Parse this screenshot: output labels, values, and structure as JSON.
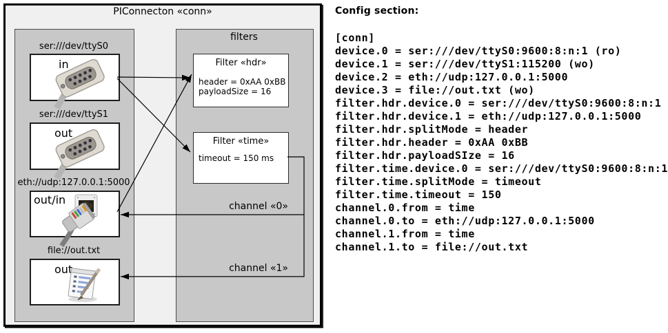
{
  "diagram": {
    "title": "PIConnecton «conn»",
    "filters_title": "filters",
    "devices": [
      {
        "label": "ser:///dev/ttyS0",
        "port": "in",
        "icon": "serial-connector-icon"
      },
      {
        "label": "ser:///dev/ttyS1",
        "port": "out",
        "icon": "serial-connector-icon"
      },
      {
        "label": "eth://udp:127.0.0.1:5000",
        "port": "out/in",
        "icon": "ethernet-plug-icon"
      },
      {
        "label": "file://out.txt",
        "port": "out",
        "icon": "notepad-icon"
      }
    ],
    "filters": [
      {
        "title": "Filter «hdr»",
        "params": [
          "header = 0xAA 0xBB",
          "payloadSize = 16"
        ]
      },
      {
        "title": "Filter «time»",
        "params": [
          "timeout = 150 ms"
        ]
      }
    ],
    "channels": [
      {
        "label": "channel «0»"
      },
      {
        "label": "channel «1»"
      }
    ],
    "colors": {
      "outer_bg": "#f0f0f0",
      "container_bg": "#c8c8c8",
      "box_bg": "#ffffff",
      "line": "#000000"
    }
  },
  "config": {
    "heading": "Config section:",
    "lines": [
      "[conn]",
      "device.0 = ser:///dev/ttyS0:9600:8:n:1 (ro)",
      "device.1 = ser:///dev/ttyS1:115200 (wo)",
      "device.2 = eth://udp:127.0.0.1:5000",
      "device.3 = file://out.txt (wo)",
      "filter.hdr.device.0 = ser:///dev/ttyS0:9600:8:n:1",
      "filter.hdr.device.1 = eth://udp:127.0.0.1:5000",
      "filter.hdr.splitMode = header",
      "filter.hdr.header = 0xAA 0xBB",
      "filter.hdr.payloadSIze = 16",
      "filter.time.device.0 = ser:///dev/ttyS0:9600:8:n:1",
      "filter.time.splitMode = timeout",
      "filter.time.timeout = 150",
      "channel.0.from = time",
      "channel.0.to = eth://udp:127.0.0.1:5000",
      "channel.1.from = time",
      "channel.1.to = file://out.txt"
    ]
  }
}
